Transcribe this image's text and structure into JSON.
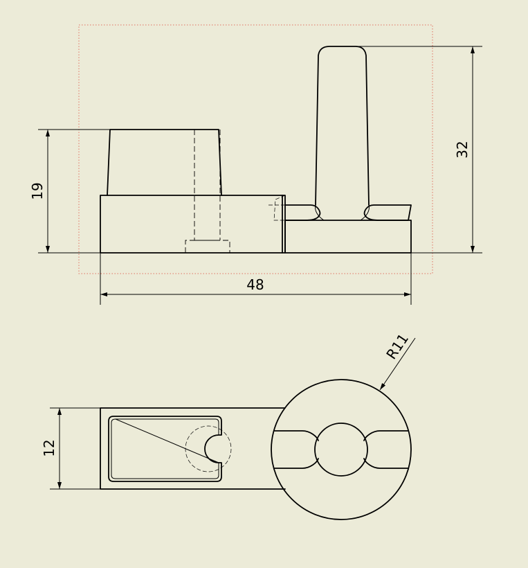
{
  "colors": {
    "background": "#ECEBD8",
    "line": "#000000",
    "view_border": "#E07060"
  },
  "dimensions": {
    "width": "48",
    "height_left": "19",
    "height_right": "32",
    "depth": "12",
    "radius": "R11"
  }
}
